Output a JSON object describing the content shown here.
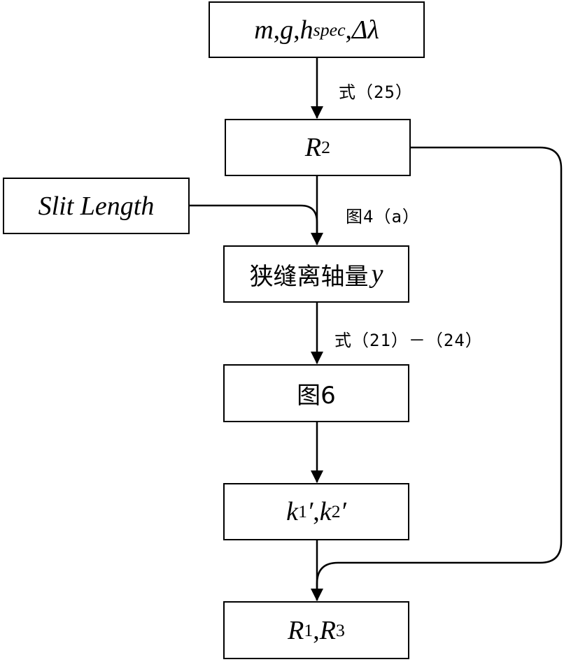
{
  "nodes": {
    "params": {
      "m": "m",
      "g": "g",
      "h": "h",
      "h_sub": "spec",
      "dl": "Δλ",
      "sep": " , "
    },
    "r2": {
      "main": "R",
      "sub": "2"
    },
    "slit": {
      "text": "Slit Length"
    },
    "offaxis": {
      "text": "狭缝离轴量",
      "var": "y"
    },
    "fig6": {
      "text": "图6"
    },
    "k": {
      "k1": "k",
      "k1_sub": "1",
      "prime": "′",
      "sep": ", ",
      "k2": "k",
      "k2_sub": "2"
    },
    "r13": {
      "r1": "R",
      "r1_sub": "1",
      "sep": " , ",
      "r3": "R",
      "r3_sub": "3"
    }
  },
  "edge_labels": {
    "eq25": "式（25）",
    "fig4a": "图4（a）",
    "eq21_24": "式（21）－（24）"
  },
  "colors": {
    "stroke": "#000000",
    "fill": "#ffffff"
  }
}
